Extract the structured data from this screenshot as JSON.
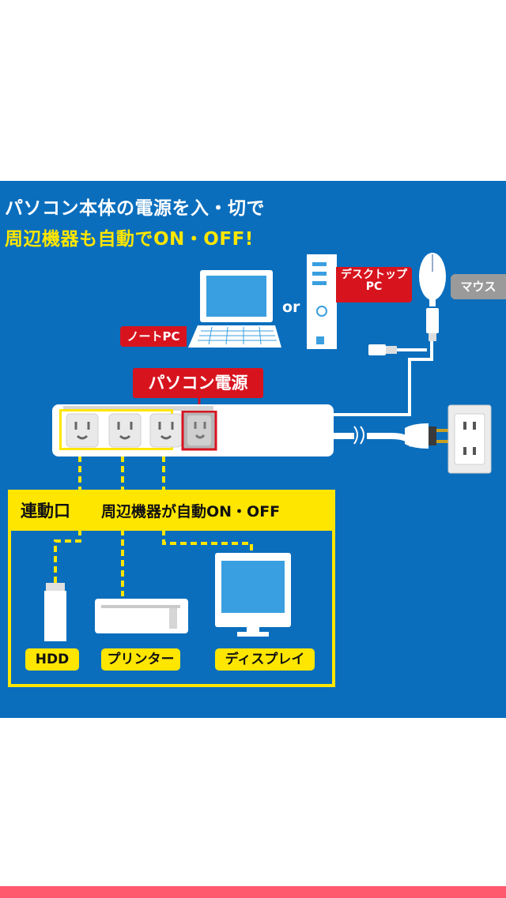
{
  "headline": {
    "line1": "パソコン本体の電源を入・切で",
    "line2": "周辺機器も自動でON・OFF!"
  },
  "labels": {
    "notebook_pc": "ノートPC",
    "or": "or",
    "desktop_pc_line1": "デスクトップ",
    "desktop_pc_line2": "PC",
    "mouse": "マウス",
    "pc_power": "パソコン電源"
  },
  "linked_box": {
    "title": "連動口",
    "subtitle": "周辺機器が自動ON・OFF"
  },
  "devices": {
    "hdd": "HDD",
    "printer": "プリンター",
    "display": "ディスプレイ"
  },
  "colors": {
    "panel_blue": "#0a6ebd",
    "accent_yellow": "#ffe600",
    "tag_red": "#d7141e",
    "mouse_tag_gray": "#9a9a9a",
    "bottom_bar": "#ff5a6e"
  }
}
